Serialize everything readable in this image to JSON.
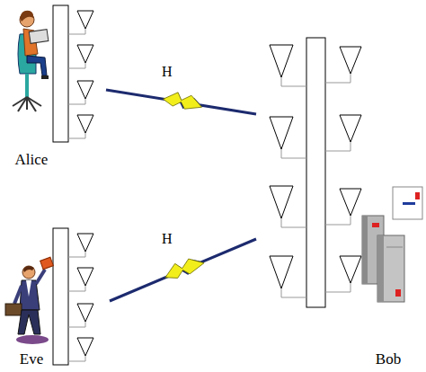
{
  "diagram": {
    "nodes": [
      {
        "text": [
          "Alice"
        ]
      },
      {
        "text": [
          "Eve"
        ]
      },
      {
        "text": [
          "Bob"
        ]
      }
    ],
    "edges": [
      {
        "from": 0,
        "to": 2,
        "arrow": "none",
        "label": "H"
      },
      {
        "from": 1,
        "to": 2,
        "arrow": "none",
        "label": "H"
      }
    ]
  }
}
